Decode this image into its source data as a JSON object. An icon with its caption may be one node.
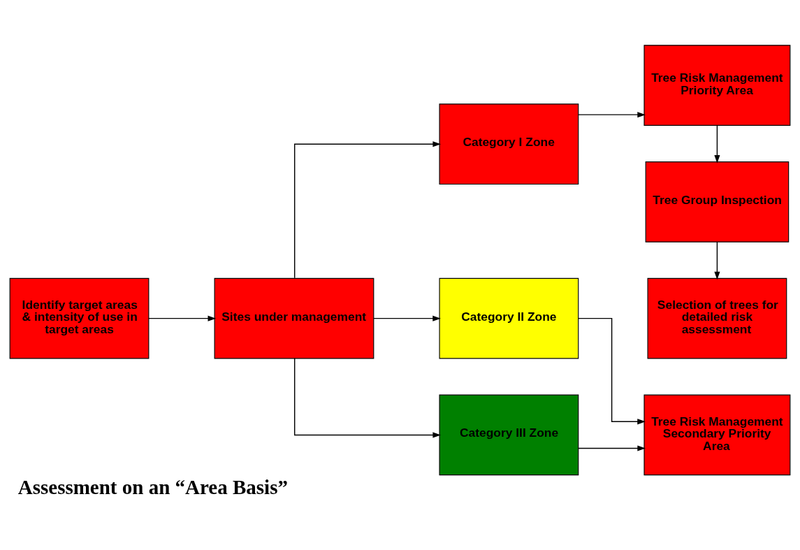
{
  "diagram": {
    "title": "Assessment on an “Area Basis”",
    "nodes": [
      {
        "text": [
          "Identify target areas & intensity of use in target areas"
        ]
      },
      {
        "text": [
          "Sites under management"
        ]
      },
      {
        "text": [
          "Category I Zone"
        ]
      },
      {
        "text": [
          "Category II Zone"
        ]
      },
      {
        "text": [
          "Category III Zone"
        ]
      },
      {
        "text": [
          "Tree Risk Management Priority Area"
        ]
      },
      {
        "text": [
          "Tree Group Inspection"
        ]
      },
      {
        "text": [
          "Selection of trees for detailed risk assessment"
        ]
      },
      {
        "text": [
          "Tree Risk Management Secondary Priority Area"
        ]
      }
    ],
    "edges": [
      {
        "from": 0,
        "to": 1,
        "arrow": "to"
      },
      {
        "from": 1,
        "to": 2,
        "arrow": "to"
      },
      {
        "from": 1,
        "to": 3,
        "arrow": "to"
      },
      {
        "from": 1,
        "to": 4,
        "arrow": "to"
      },
      {
        "from": 2,
        "to": 5,
        "arrow": "to"
      },
      {
        "from": 5,
        "to": 6,
        "arrow": "to"
      },
      {
        "from": 6,
        "to": 7,
        "arrow": "to"
      },
      {
        "from": 3,
        "to": 8,
        "arrow": "to"
      },
      {
        "from": 4,
        "to": 8,
        "arrow": "to"
      }
    ]
  }
}
